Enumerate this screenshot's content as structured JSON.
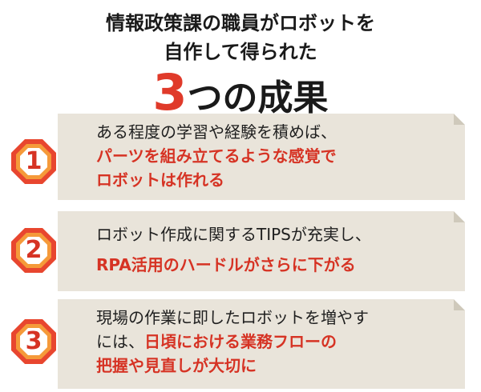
{
  "heading": {
    "line1": "情報政策課の職員がロボットを",
    "line2": "自作して得られた",
    "number": "3",
    "suffix": "つの成果"
  },
  "colors": {
    "accent_red": "#d63324",
    "card_bg": "#e9e4da",
    "badge_outer": "#e8462f",
    "badge_inner": "#f59a3a"
  },
  "results": [
    {
      "number": "1",
      "lines": [
        {
          "text": "ある程度の学習や経験を積めば、",
          "style": "plain"
        },
        {
          "text": "パーツを組み立てるような感覚で",
          "style": "red"
        },
        {
          "text": "ロボットは作れる",
          "style": "red"
        }
      ]
    },
    {
      "number": "2",
      "lines": [
        {
          "text": "ロボット作成に関するTIPSが充実し、",
          "style": "plain"
        },
        {
          "text": "RPA活用のハードルがさらに下がる",
          "style": "red"
        }
      ]
    },
    {
      "number": "3",
      "lines": [
        {
          "text": "現場の作業に即したロボットを増やす",
          "style": "plain"
        },
        {
          "text": "には、",
          "style": "plain",
          "continued": "日頃における業務フローの"
        },
        {
          "text": "把握や見直しが大切に",
          "style": "red"
        }
      ]
    }
  ]
}
